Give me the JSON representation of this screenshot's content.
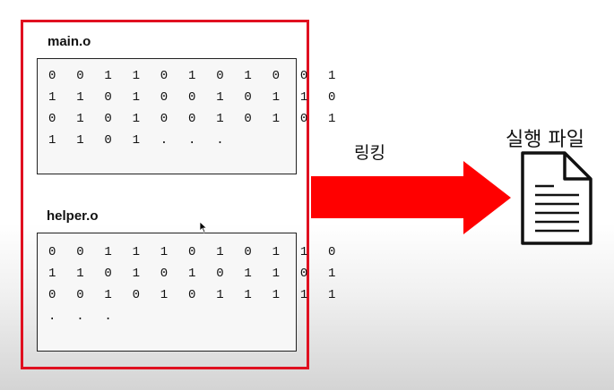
{
  "objects": [
    {
      "label": "main.o",
      "rows": [
        "0 0 1 1 0 1 0 1 0 0 1",
        "1 1 0 1 0 0 1 0 1 1 0",
        "0 1 0 1 0 0 1 0 1 0 1",
        "1 1 0 1 . . ."
      ]
    },
    {
      "label": "helper.o",
      "rows": [
        "0 0 1 1 1 0 1 0 1 1 0",
        "1 1 0 1 0 1 0 1 1 0 1",
        "0 0 1 0 1 0 1 1 1 1 1",
        ". . ."
      ]
    }
  ],
  "arrow_label": "링킹",
  "output_label": "실행 파일",
  "colors": {
    "frame": "#e01020",
    "arrow": "#ff0000"
  },
  "icons": {
    "output": "document-icon",
    "pointer": "mouse-cursor-icon"
  }
}
